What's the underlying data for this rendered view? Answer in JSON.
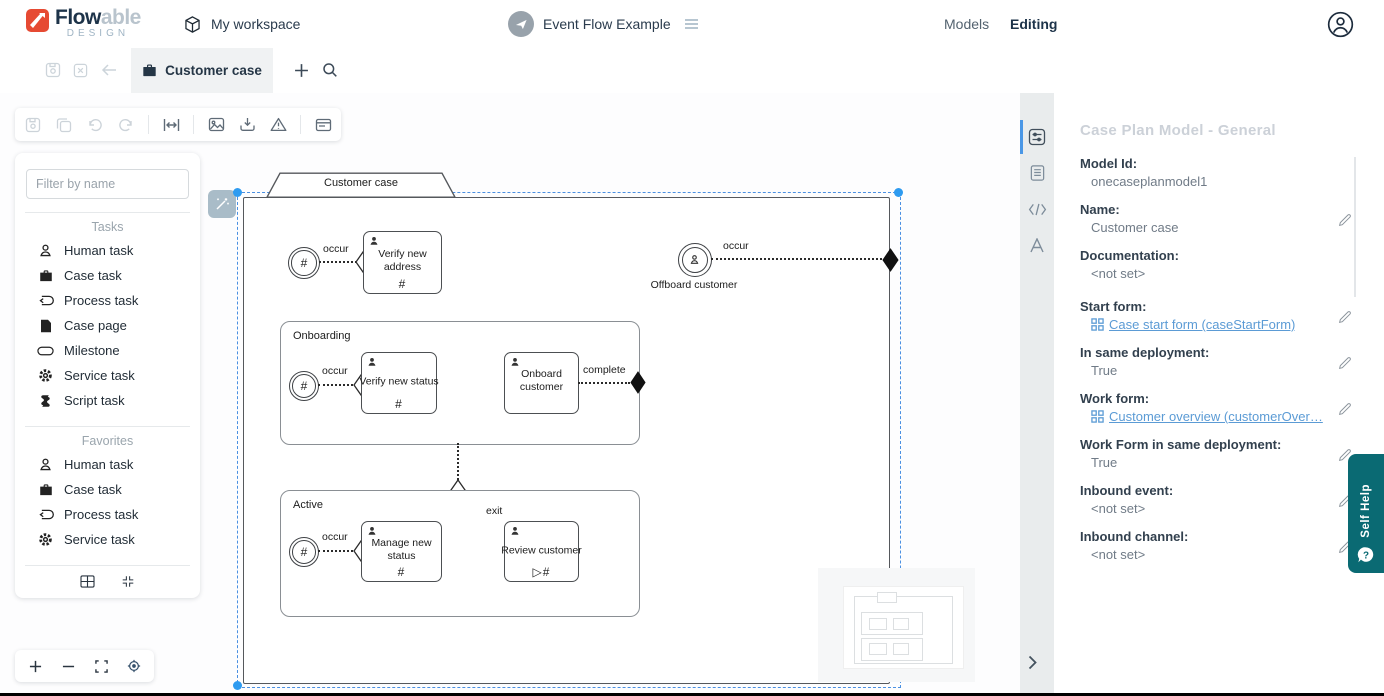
{
  "header": {
    "brand": {
      "word_bold": "Flow",
      "word_light": "able",
      "subtitle": "DESIGN"
    },
    "workspace": "My workspace",
    "model_menu": "Event Flow Example",
    "nav_models": "Models",
    "nav_editing": "Editing"
  },
  "tabbar": {
    "active_tab": "Customer case"
  },
  "palette": {
    "filter_placeholder": "Filter by name",
    "sections": [
      {
        "title": "Tasks",
        "items": [
          "Human task",
          "Case task",
          "Process task",
          "Case page",
          "Milestone",
          "Service task",
          "Script task"
        ]
      },
      {
        "title": "Favorites",
        "items": [
          "Human task",
          "Case task",
          "Process task",
          "Service task"
        ]
      }
    ]
  },
  "diagram": {
    "case_title": "Customer case",
    "labels": {
      "occur_top": "occur",
      "task_verify_address": "Verify new address",
      "offboard": "Offboard customer",
      "occur_offboard": "occur",
      "stage_onboarding": "Onboarding",
      "occur_onboarding": "occur",
      "task_verify_status": "Verify new status",
      "task_onboard_customer": "Onboard customer",
      "complete": "complete",
      "stage_active": "Active",
      "occur_active": "occur",
      "task_manage_status": "Manage new status",
      "exit": "exit",
      "task_review_customer": "Review customer",
      "repetition_marker": "#",
      "review_markers": "▷#",
      "listener_marker": "#"
    }
  },
  "properties": {
    "title": "Case Plan Model - General",
    "fields": [
      {
        "label": "Model Id:",
        "value": "onecaseplanmodel1"
      },
      {
        "label": "Name:",
        "value": "Customer case"
      },
      {
        "label": "Documentation:",
        "value": "<not set>"
      },
      {
        "label": "Start form:",
        "value": "Case start form (caseStartForm)"
      },
      {
        "label": "In same deployment:",
        "value": "True"
      },
      {
        "label": "Work form:",
        "value": "Customer overview (customerOver…"
      },
      {
        "label": "Work Form in same deployment:",
        "value": "True"
      },
      {
        "label": "Inbound event:",
        "value": "<not set>"
      },
      {
        "label": "Inbound channel:",
        "value": "<not set>"
      }
    ]
  },
  "self_help_label": "Self Help",
  "colors": {
    "brand_red": "#e64a33",
    "accent_blue": "#4a97e6",
    "selection_blue": "#2e9bf0",
    "link_blue": "#5b9bd5",
    "teal": "#0a6a73"
  }
}
